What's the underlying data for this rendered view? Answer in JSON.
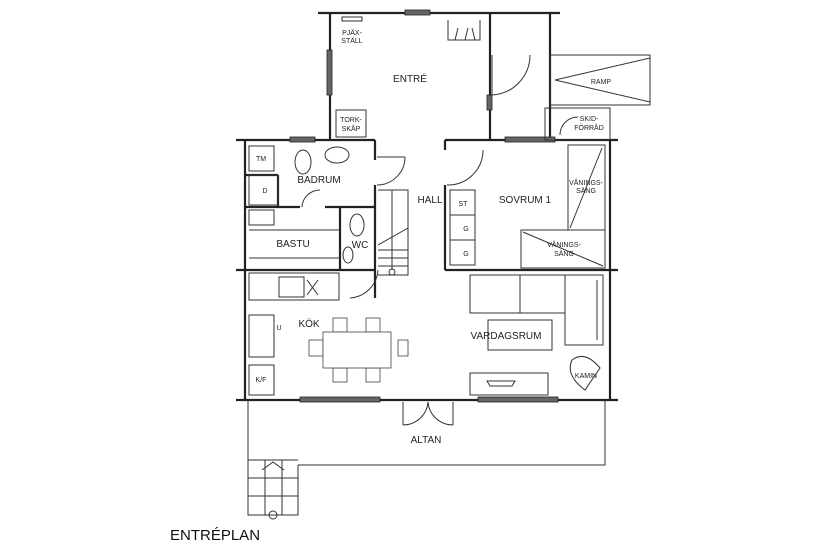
{
  "plan_title": "ENTRÉPLAN",
  "rooms": {
    "entre": "ENTRÉ",
    "pjaxstall_1": "PJÄX-",
    "pjaxstall_2": "STÄLL",
    "torkskap_1": "TORK-",
    "torkskap_2": "SKÅP",
    "ramp": "RAMP",
    "skidforrad_1": "SKID-",
    "skidforrad_2": "FÖRRÅD",
    "tm": "TM",
    "d": "D",
    "badrum": "BADRUM",
    "bastu": "BASTU",
    "wc": "WC",
    "hall": "HALL",
    "sovrum1": "SOVRUM 1",
    "st": "ST",
    "g1": "G",
    "g2": "G",
    "vaningssang1_1": "VÅNINGS-",
    "vaningssang1_2": "SÄNG",
    "vaningssang2_1": "VÅNINGS-",
    "vaningssang2_2": "SÄNG",
    "kok": "KÖK",
    "u": "U",
    "kf": "K/F",
    "vardagsrum": "VARDAGSRUM",
    "kamin": "KAMIN",
    "altan": "ALTAN"
  }
}
